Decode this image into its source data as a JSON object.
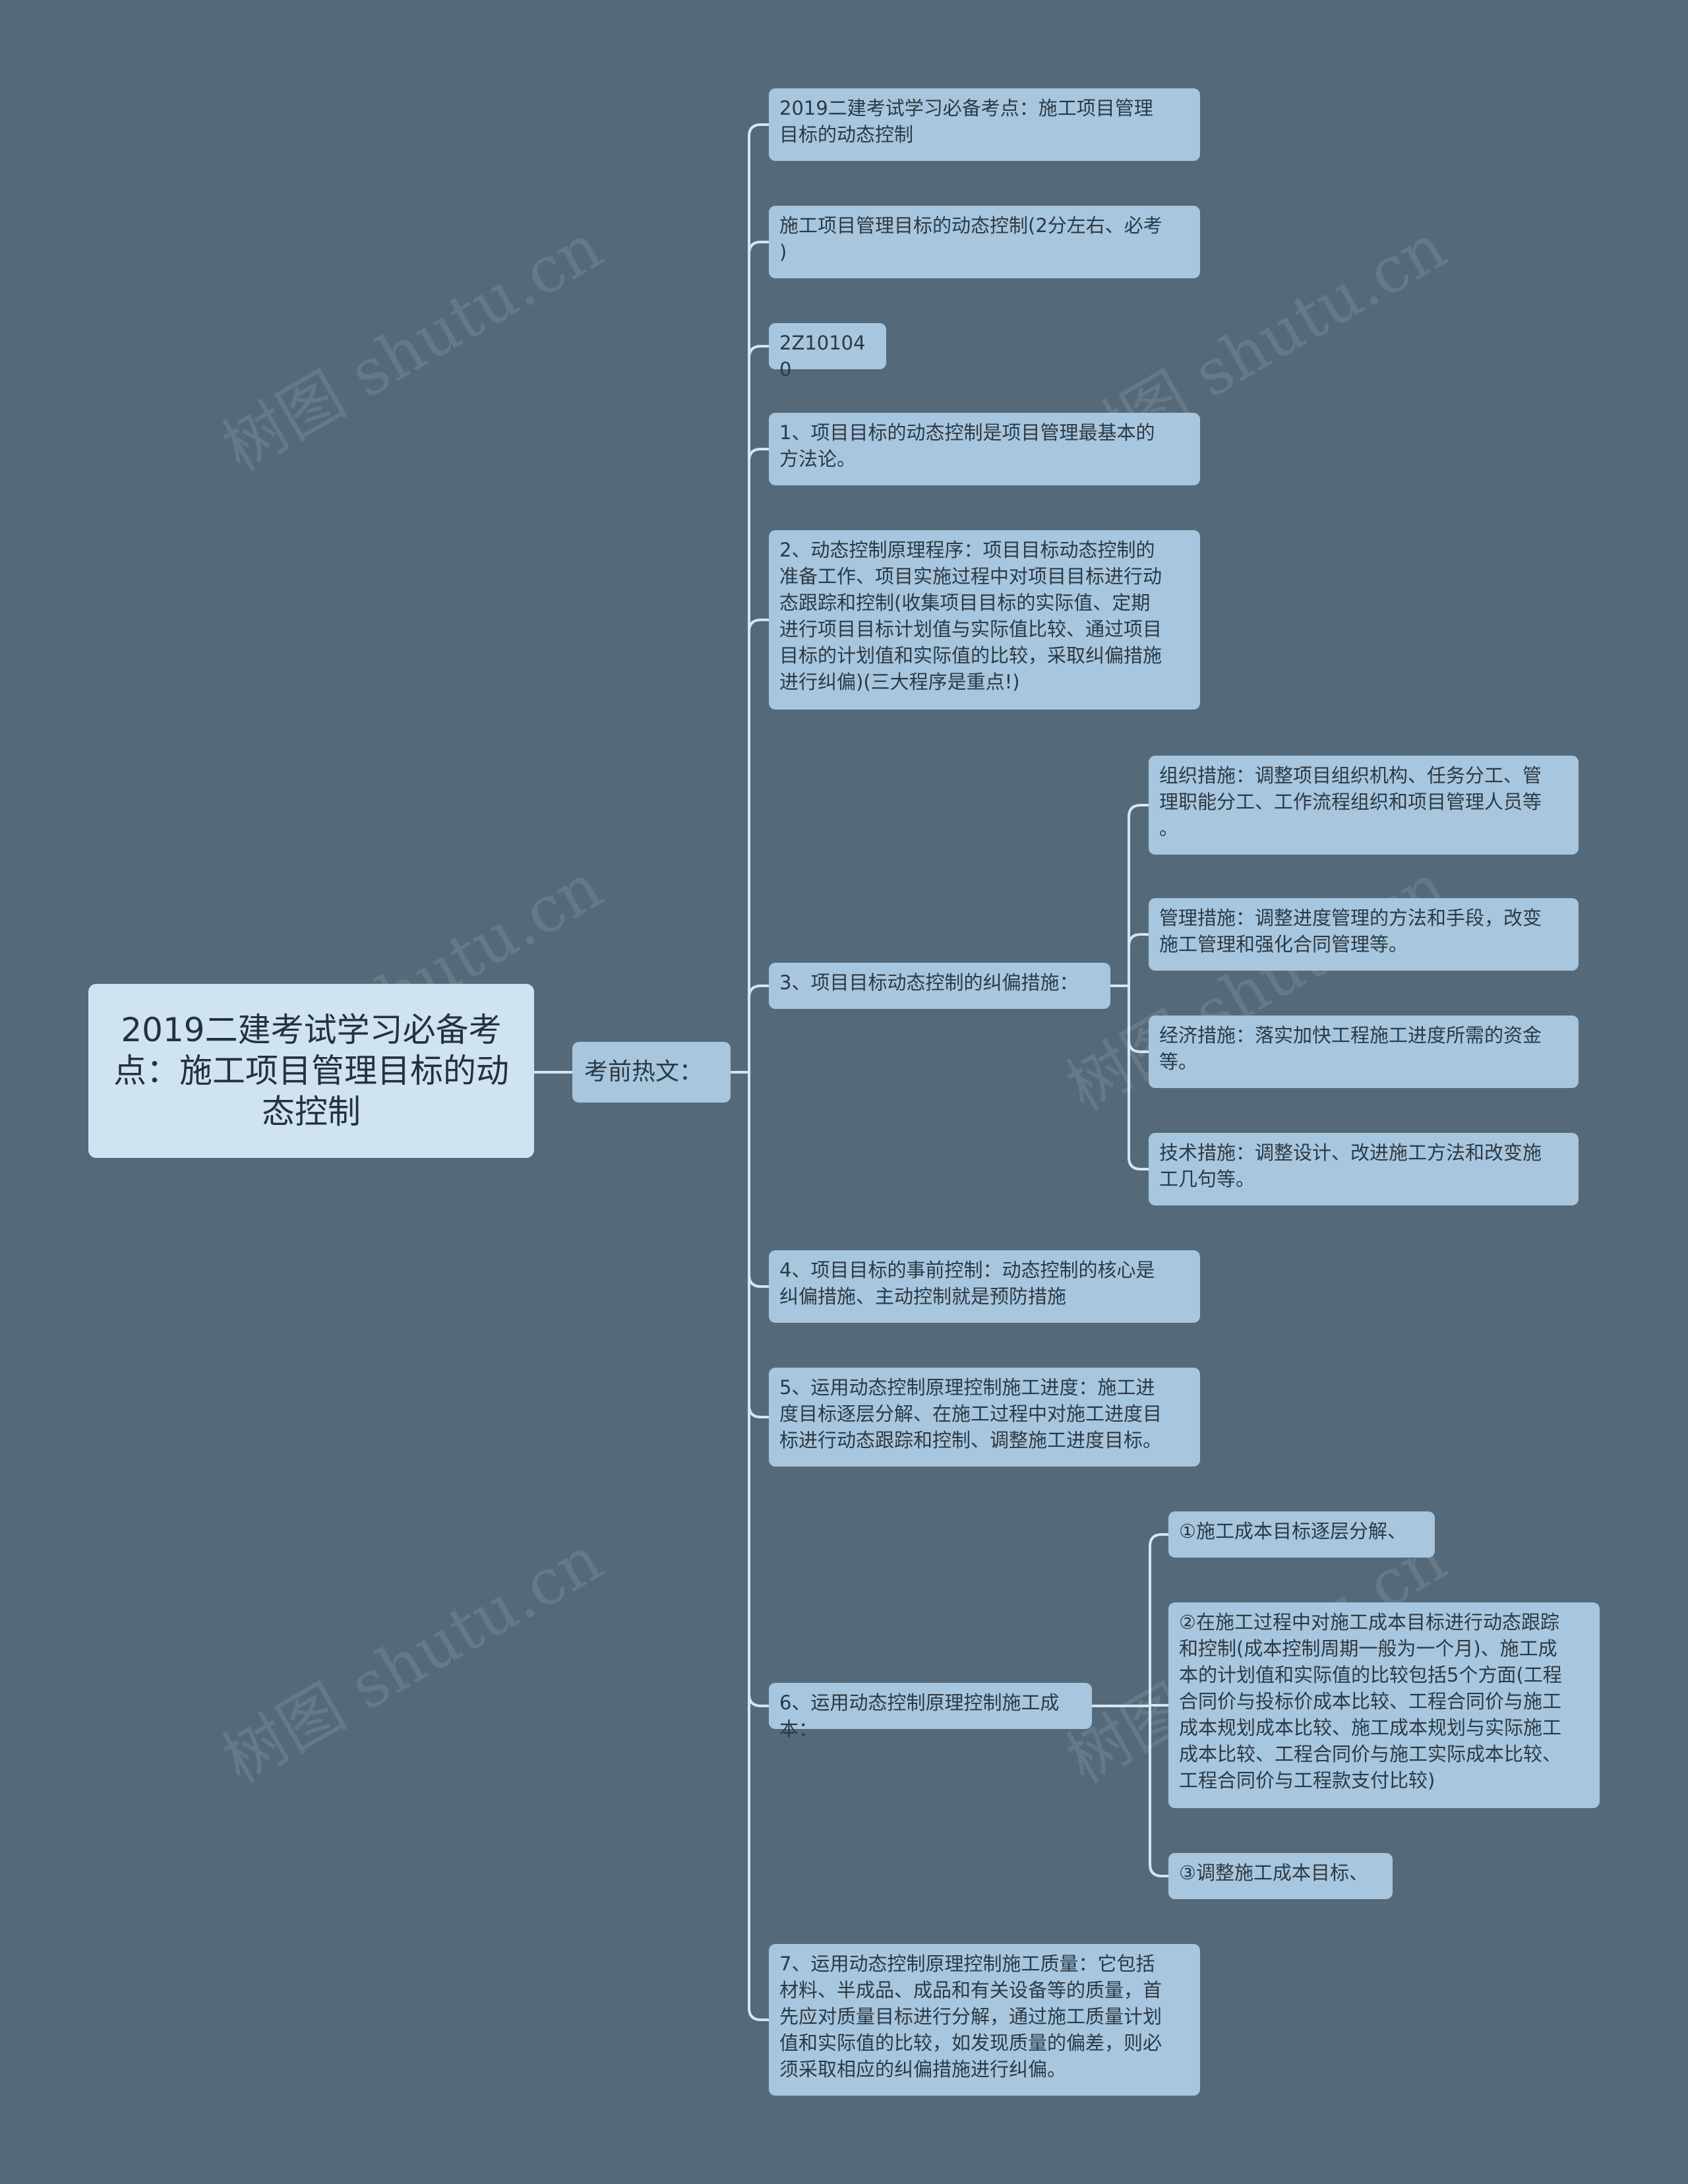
{
  "root": {
    "text": "2019二建考试学习必备考点：施工项目管理目标的动态控制"
  },
  "mid": {
    "text": "考前热文："
  },
  "items": [
    {
      "text": "2019二建考试学习必备考点：施工项目管理\n目标的动态控制"
    },
    {
      "text": "施工项目管理目标的动态控制(2分左右、必考\n)"
    },
    {
      "text": "2Z101040"
    },
    {
      "text": "1、项目目标的动态控制是项目管理最基本的\n方法论。"
    },
    {
      "text": "2、动态控制原理程序：项目目标动态控制的\n准备工作、项目实施过程中对项目目标进行动\n态跟踪和控制(收集项目目标的实际值、定期\n进行项目目标计划值与实际值比较、通过项目\n目标的计划值和实际值的比较，采取纠偏措施\n进行纠偏)(三大程序是重点!)"
    },
    {
      "text": "3、项目目标动态控制的纠偏措施：",
      "children": [
        {
          "text": "组织措施：调整项目组织机构、任务分工、管\n理职能分工、工作流程组织和项目管理人员等\n。"
        },
        {
          "text": "管理措施：调整进度管理的方法和手段，改变\n施工管理和强化合同管理等。"
        },
        {
          "text": "经济措施：落实加快工程施工进度所需的资金\n等。"
        },
        {
          "text": "技术措施：调整设计、改进施工方法和改变施\n工几句等。"
        }
      ]
    },
    {
      "text": "4、项目目标的事前控制：动态控制的核心是\n纠偏措施、主动控制就是预防措施"
    },
    {
      "text": "5、运用动态控制原理控制施工进度：施工进\n度目标逐层分解、在施工过程中对施工进度目\n标进行动态跟踪和控制、调整施工进度目标。"
    },
    {
      "text": "6、运用动态控制原理控制施工成本：",
      "children": [
        {
          "text": "①施工成本目标逐层分解、"
        },
        {
          "text": "②在施工过程中对施工成本目标进行动态跟踪\n和控制(成本控制周期一般为一个月)、施工成\n本的计划值和实际值的比较包括5个方面(工程\n合同价与投标价成本比较、工程合同价与施工\n成本规划成本比较、施工成本规划与实际施工\n成本比较、工程合同价与施工实际成本比较、\n工程合同价与工程款支付比较)"
        },
        {
          "text": "③调整施工成本目标、"
        }
      ]
    },
    {
      "text": "7、运用动态控制原理控制施工质量：它包括\n材料、半成品、成品和有关设备等的质量，首\n先应对质量目标进行分解，通过施工质量计划\n值和实际值的比较，如发现质量的偏差，则必\n须采取相应的纠偏措施进行纠偏。"
    }
  ],
  "watermark": "树图 shutu.cn",
  "colors": {
    "background": "#546a7a",
    "node": "#a8c6dd",
    "root": "#cfe3f1",
    "line": "#d4e6f3"
  }
}
